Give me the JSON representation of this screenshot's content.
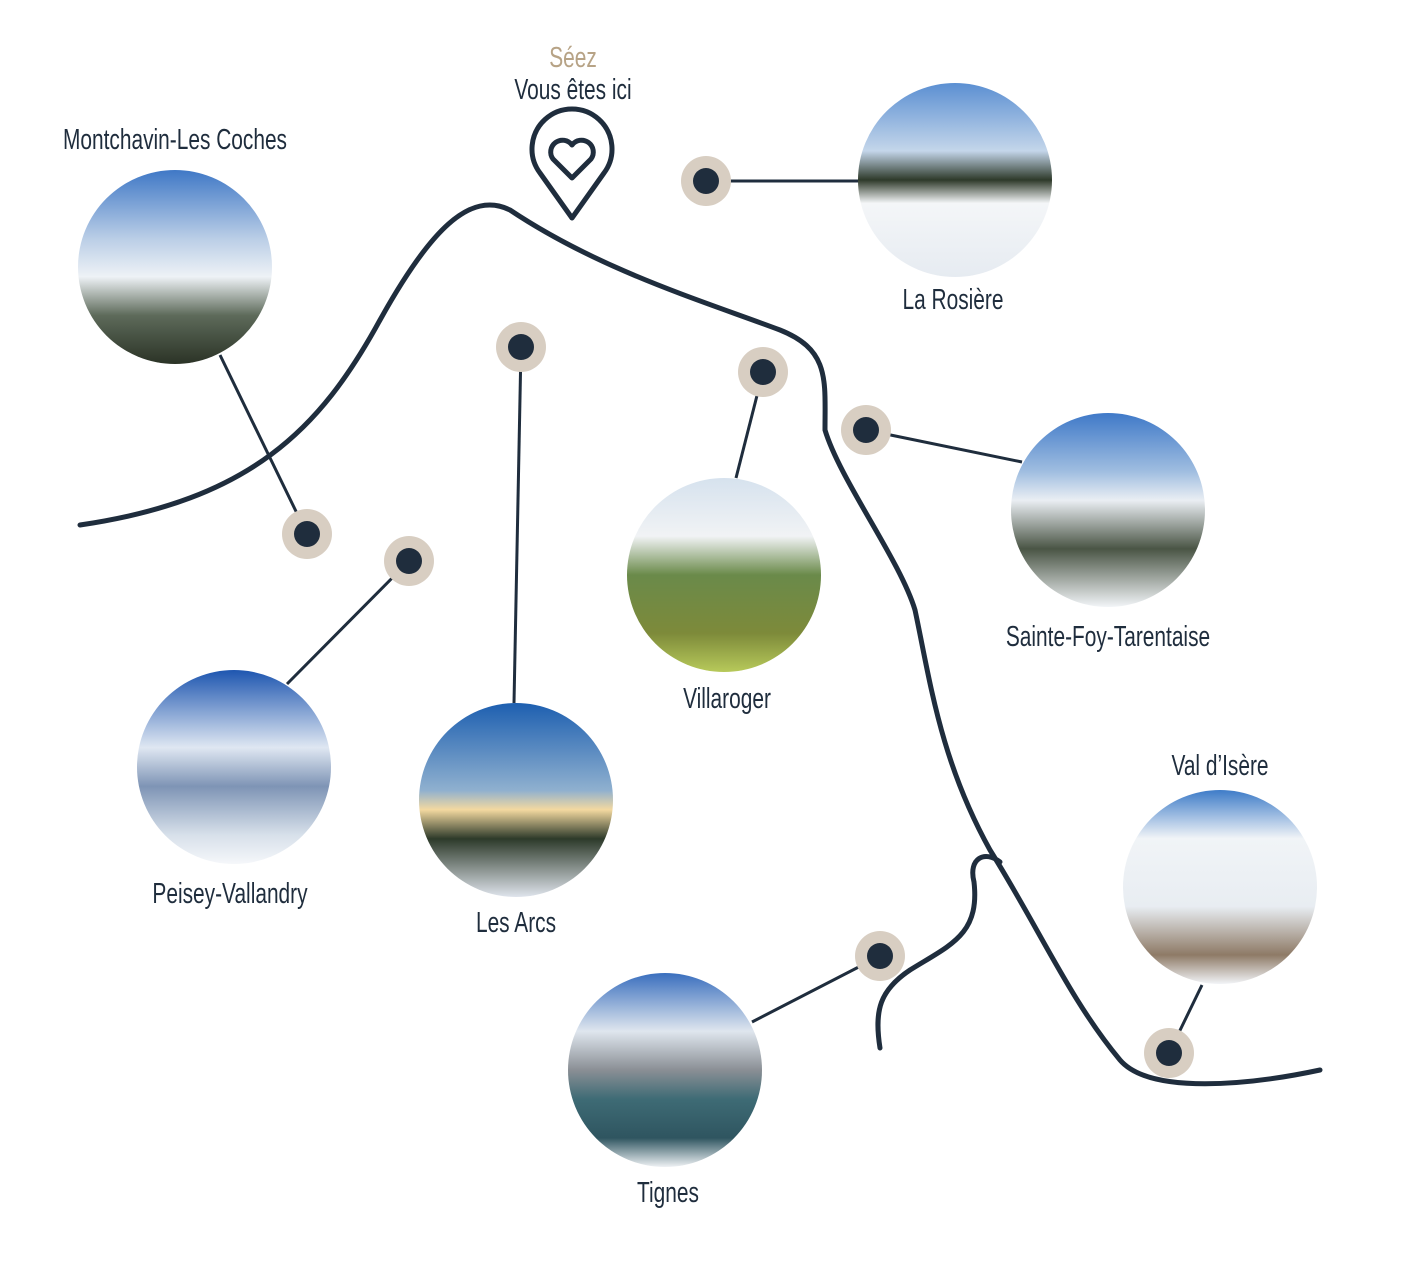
{
  "here": {
    "town": "Séez",
    "label": "Vous êtes ici",
    "icon": "heart-pin-icon"
  },
  "colors": {
    "road": "#1f2d3d",
    "dot": "#1f2d3d",
    "halo": "#d8cec2",
    "accent_text": "#b7a386"
  },
  "stations": [
    {
      "name": "Montchavin-Les Coches"
    },
    {
      "name": "La Rosière"
    },
    {
      "name": "Les Arcs"
    },
    {
      "name": "Villaroger"
    },
    {
      "name": "Sainte-Foy-Tarentaise"
    },
    {
      "name": "Peisey-Vallandry"
    },
    {
      "name": "Tignes"
    },
    {
      "name": "Val d’Isère"
    }
  ]
}
